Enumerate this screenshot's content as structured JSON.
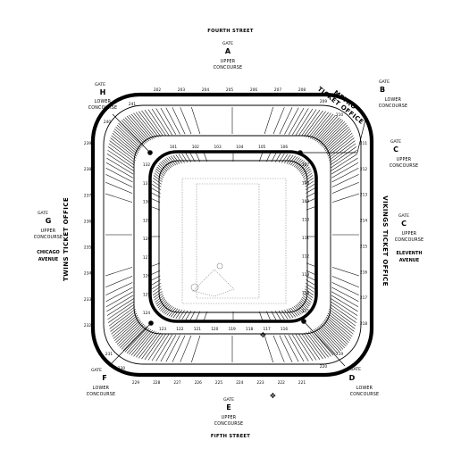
{
  "streets": {
    "north": "FOURTH STREET",
    "south": "FIFTH STREET"
  },
  "gates": {
    "A": {
      "caption": "GATE",
      "letter": "A",
      "concourse": [
        "UPPER",
        "CONCOURSE"
      ]
    },
    "B": {
      "caption": "GATE",
      "letter": "B",
      "concourse": [
        "LOWER",
        "CONCOURSE"
      ]
    },
    "C": {
      "caption": "GATE",
      "letter": "C",
      "concourse": [
        "UPPER",
        "CONCOURSE"
      ]
    },
    "D": {
      "caption": "GATE",
      "letter": "D",
      "concourse": [
        "LOWER",
        "CONCOURSE"
      ]
    },
    "E": {
      "caption": "GATE",
      "letter": "E",
      "concourse": [
        "UPPER",
        "CONCOURSE"
      ]
    },
    "F": {
      "caption": "GATE",
      "letter": "F",
      "concourse": [
        "LOWER",
        "CONCOURSE"
      ]
    },
    "G": {
      "caption": "GATE",
      "letter": "G",
      "concourse": [
        "UPPER",
        "CONCOURSE"
      ]
    },
    "H": {
      "caption": "GATE",
      "letter": "H",
      "concourse": [
        "LOWER",
        "CONCOURSE"
      ]
    }
  },
  "side_streets": {
    "east": [
      "ELEVENTH",
      "AVENUE"
    ],
    "west": [
      "CHICAGO",
      "AVENUE"
    ]
  },
  "ticket_offices": {
    "northeast": [
      "METRO",
      "TICKET OFFICE"
    ],
    "east": "VIKINGS TICKET OFFICE",
    "west": "TWINS TICKET OFFICE"
  },
  "sections": {
    "upper_top": [
      "202",
      "203",
      "204",
      "205",
      "206",
      "207",
      "208"
    ],
    "upper_ne": [
      "209",
      "210"
    ],
    "upper_right": [
      "211",
      "212",
      "213",
      "214",
      "215",
      "216",
      "217",
      "218"
    ],
    "upper_se": [
      "219",
      "220"
    ],
    "upper_bottom": [
      "221",
      "222",
      "223",
      "224",
      "225",
      "226",
      "227",
      "228",
      "229"
    ],
    "upper_sw": [
      "230",
      "231"
    ],
    "upper_left": [
      "232",
      "233",
      "234",
      "235",
      "236",
      "237",
      "238",
      "239"
    ],
    "upper_nw": [
      "240",
      "241"
    ],
    "lower_top": [
      "101",
      "102",
      "103",
      "104",
      "105",
      "106"
    ],
    "lower_right": [
      "107",
      "108",
      "109",
      "110",
      "111",
      "112",
      "113",
      "114",
      "115"
    ],
    "lower_bottom": [
      "116",
      "117",
      "118",
      "119",
      "120",
      "121",
      "122",
      "123"
    ],
    "lower_left": [
      "124",
      "125",
      "126",
      "127",
      "128",
      "129",
      "130",
      "131",
      "132"
    ]
  },
  "colors": {
    "outline": "#000000",
    "stands": "#ffffff",
    "field": "#ffffff",
    "field_lines": "#999999"
  }
}
